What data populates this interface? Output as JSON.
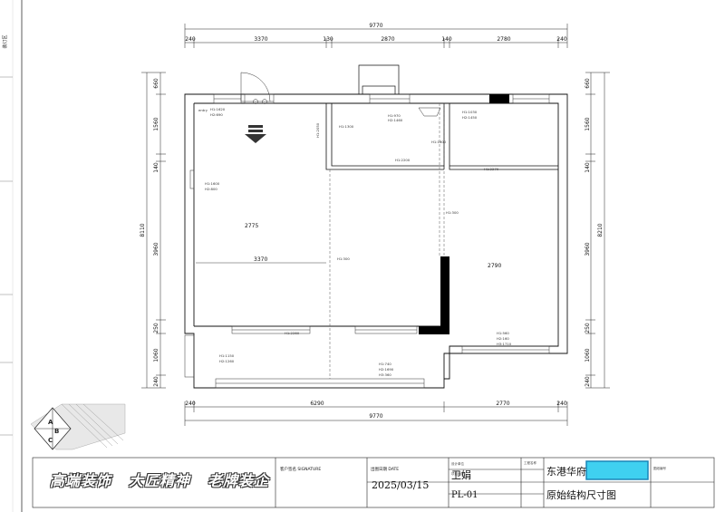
{
  "drawing": {
    "side_label": "装订区",
    "overall_width_top": "9770",
    "top_segments": [
      "240",
      "3370",
      "130",
      "2870",
      "140",
      "2780",
      "240"
    ],
    "overall_width_bottom": "9770",
    "bottom_segments": [
      "240",
      "6290",
      "2770",
      "240"
    ],
    "left_height": "8110",
    "left_segments": [
      "660",
      "1560",
      "140",
      "3960",
      "250",
      "1060",
      "240"
    ],
    "right_height": "8210",
    "right_segments": [
      "660",
      "1560",
      "140",
      "3960",
      "250",
      "1060",
      "240"
    ],
    "room_dims": [
      "2775",
      "3370",
      "2790"
    ],
    "room_labels": {
      "door_h": "H1:1620",
      "door_w": "H2:690",
      "stair": "H1:2050",
      "top_mid_w": "H1:970",
      "top_mid_h": "H2:1460",
      "top_mid_c": "H1:1300",
      "top_mid_b": "H1:2200",
      "top_mid_r": "H1:1600",
      "top_r_w": "H1:1030",
      "top_r_h": "H2:1450",
      "top_r_b": "H1:2270",
      "left_win_w": "H1:1600",
      "left_win_h": "H2:800",
      "mid_line_a": "H1:300",
      "mid_line_b": "H1:300",
      "bot_l": "H1:2260",
      "bot_r1": "H1:560",
      "bot_r2": "H2:160",
      "bot_r3": "H3:1710",
      "bal_l1": "H1:1150",
      "bal_l2": "H2:1260",
      "bal_m1": "H1:740",
      "bal_m2": "H2:1690",
      "bal_m3": "H3:360"
    }
  },
  "logo": {
    "letters": [
      "A",
      "B",
      "C"
    ]
  },
  "title_block": {
    "slogan": [
      "高端装饰",
      "大匠精神",
      "老牌装企"
    ],
    "client_label": "客户签名 SIGNATURE",
    "date_label": "出图日期 DATE",
    "date": "2025/03/15",
    "designer": "卫娟",
    "drawing_no": "PL-01",
    "project": "东港华府",
    "drawing_name": "原始结构尺寸图",
    "small_labels": [
      "设计单位",
      "项目地址",
      "工程名称",
      "图纸编号"
    ]
  },
  "colors": {
    "highlight_fill": "#3fd0f0",
    "highlight_border": "#1a86b8",
    "walls": "#000000",
    "lines": "#222222"
  }
}
